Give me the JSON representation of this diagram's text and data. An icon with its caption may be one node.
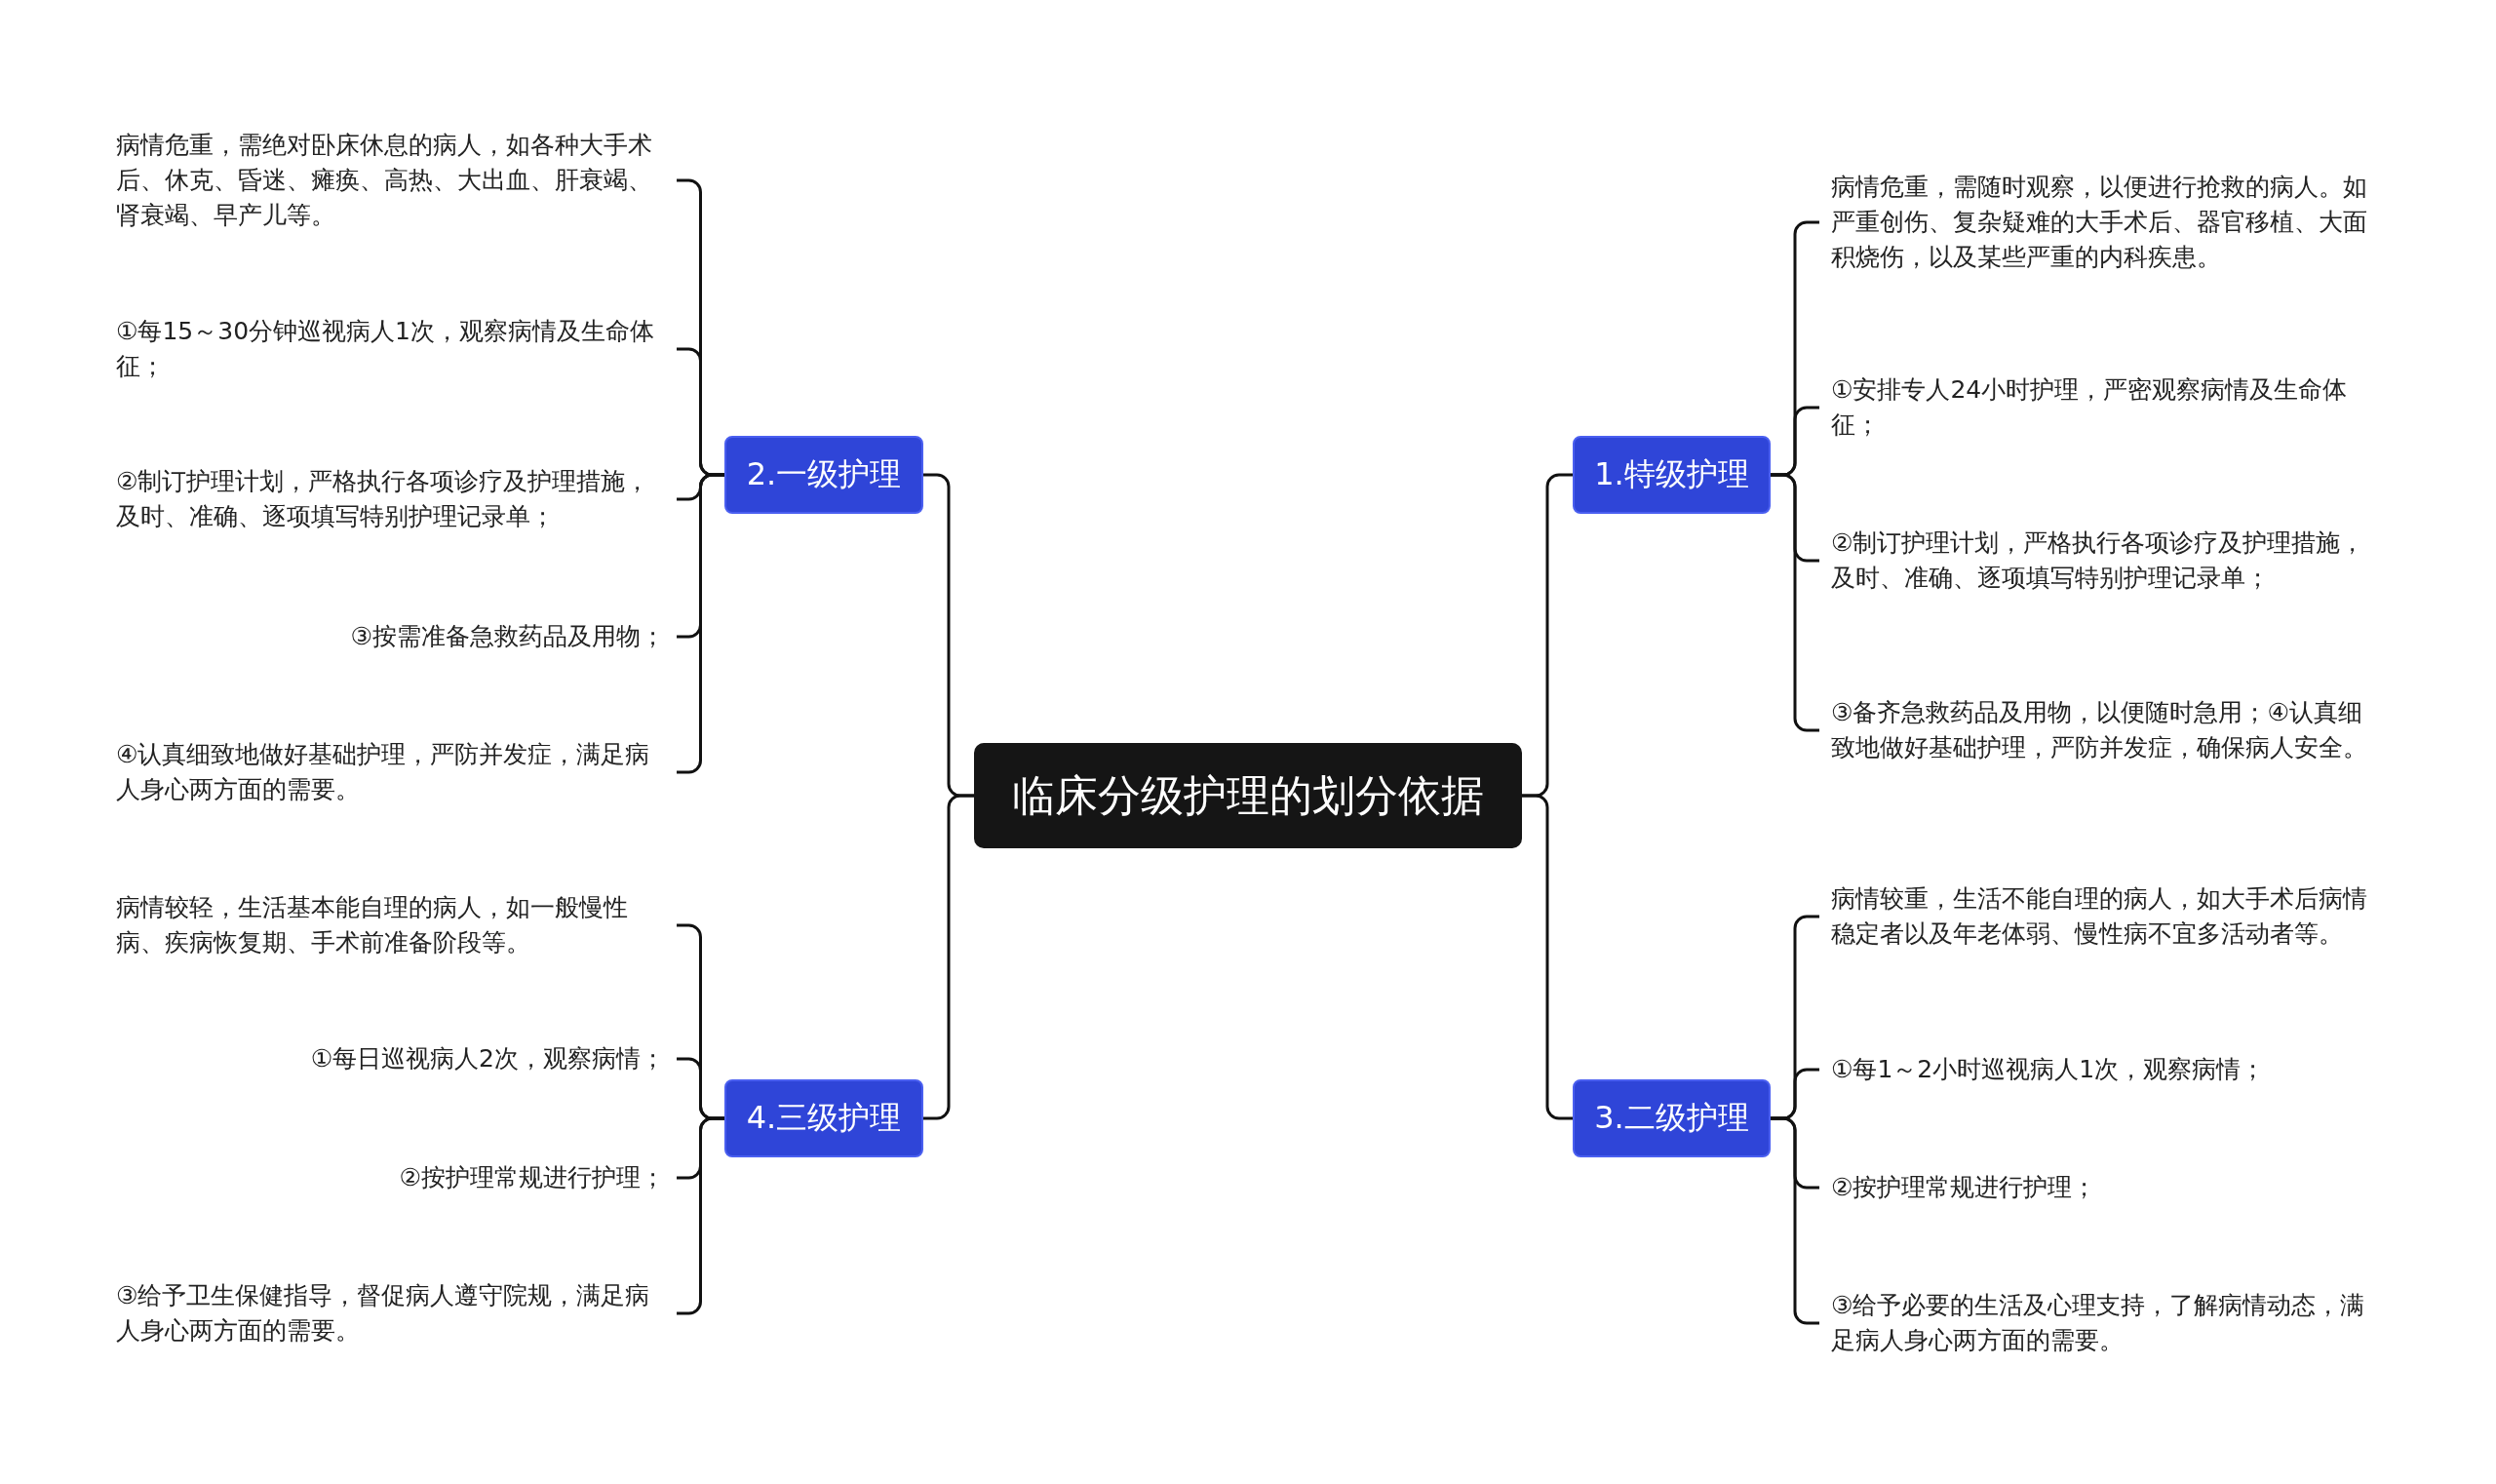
{
  "diagram": {
    "nodes": [
      {
        "text": [
          "临床分级护理的划分依据"
        ]
      },
      {
        "text": [
          "1.特级护理"
        ]
      },
      {
        "text": [
          "病情危重，需随时观察，以便进行抢救的病人。如严重创伤、复杂疑难的大手术后、器官移植、大面积烧伤，以及某些严重的内科疾患。"
        ]
      },
      {
        "text": [
          "①安排专人24小时护理，严密观察病情及生命体征；"
        ]
      },
      {
        "text": [
          "②制订护理计划，严格执行各项诊疗及护理措施，及时、准确、逐项填写特别护理记录单；"
        ]
      },
      {
        "text": [
          "③备齐急救药品及用物，以便随时急用；④认真细致地做好基础护理，严防并发症，确保病人安全。"
        ]
      },
      {
        "text": [
          "2.一级护理"
        ]
      },
      {
        "text": [
          "病情危重，需绝对卧床休息的病人，如各种大手术后、休克、昏迷、瘫痪、高热、大出血、肝衰竭、肾衰竭、早产儿等。"
        ]
      },
      {
        "text": [
          "①每15～30分钟巡视病人1次，观察病情及生命体征；"
        ]
      },
      {
        "text": [
          "②制订护理计划，严格执行各项诊疗及护理措施，及时、准确、逐项填写特别护理记录单；"
        ]
      },
      {
        "text": [
          "③按需准备急救药品及用物；"
        ]
      },
      {
        "text": [
          "④认真细致地做好基础护理，严防并发症，满足病人身心两方面的需要。"
        ]
      },
      {
        "text": [
          "3.二级护理"
        ]
      },
      {
        "text": [
          "病情较重，生活不能自理的病人，如大手术后病情稳定者以及年老体弱、慢性病不宜多活动者等。"
        ]
      },
      {
        "text": [
          "①每1～2小时巡视病人1次，观察病情；"
        ]
      },
      {
        "text": [
          "②按护理常规进行护理；"
        ]
      },
      {
        "text": [
          "③给予必要的生活及心理支持，了解病情动态，满足病人身心两方面的需要。"
        ]
      },
      {
        "text": [
          "4.三级护理"
        ]
      },
      {
        "text": [
          "病情较轻，生活基本能自理的病人，如一般慢性病、疾病恢复期、手术前准备阶段等。"
        ]
      },
      {
        "text": [
          "①每日巡视病人2次，观察病情；"
        ]
      },
      {
        "text": [
          "②按护理常规进行护理；"
        ]
      },
      {
        "text": [
          "③给予卫生保健指导，督促病人遵守院规，满足病人身心两方面的需要。"
        ]
      }
    ],
    "edges": [
      {
        "from": 0,
        "to": 1,
        "arrow": "none"
      },
      {
        "from": 1,
        "to": 2,
        "arrow": "none"
      },
      {
        "from": 1,
        "to": 3,
        "arrow": "none"
      },
      {
        "from": 1,
        "to": 4,
        "arrow": "none"
      },
      {
        "from": 1,
        "to": 5,
        "arrow": "none"
      },
      {
        "from": 0,
        "to": 6,
        "arrow": "none"
      },
      {
        "from": 6,
        "to": 7,
        "arrow": "none"
      },
      {
        "from": 6,
        "to": 8,
        "arrow": "none"
      },
      {
        "from": 6,
        "to": 9,
        "arrow": "none"
      },
      {
        "from": 6,
        "to": 10,
        "arrow": "none"
      },
      {
        "from": 6,
        "to": 11,
        "arrow": "none"
      },
      {
        "from": 0,
        "to": 12,
        "arrow": "none"
      },
      {
        "from": 12,
        "to": 13,
        "arrow": "none"
      },
      {
        "from": 12,
        "to": 14,
        "arrow": "none"
      },
      {
        "from": 12,
        "to": 15,
        "arrow": "none"
      },
      {
        "from": 12,
        "to": 16,
        "arrow": "none"
      },
      {
        "from": 0,
        "to": 17,
        "arrow": "none"
      },
      {
        "from": 17,
        "to": 18,
        "arrow": "none"
      },
      {
        "from": 17,
        "to": 19,
        "arrow": "none"
      },
      {
        "from": 17,
        "to": 20,
        "arrow": "none"
      },
      {
        "from": 17,
        "to": 21,
        "arrow": "none"
      }
    ]
  }
}
